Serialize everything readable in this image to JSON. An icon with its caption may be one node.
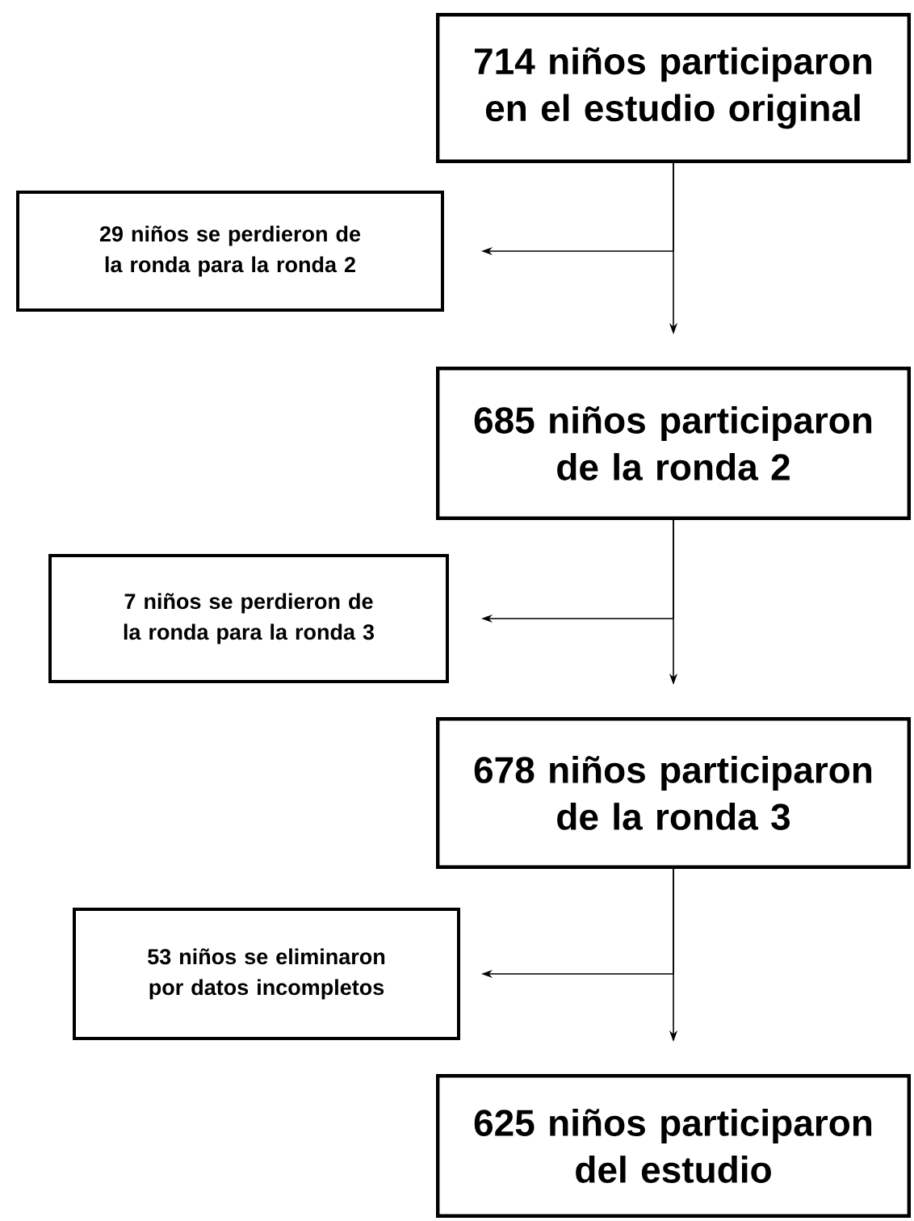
{
  "diagram": {
    "nodes": [
      {
        "text": [
          "714 niños participaron en el estudio original"
        ]
      },
      {
        "text": [
          "29 niños se perdieron de la ronda para la ronda 2"
        ]
      },
      {
        "text": [
          "685 niños participaron de la ronda 2"
        ]
      },
      {
        "text": [
          "7 niños se perdieron de la ronda para la ronda 3"
        ]
      },
      {
        "text": [
          "678 niños participaron de la ronda 3"
        ]
      },
      {
        "text": [
          "53 niños se eliminaron por datos incompletos"
        ]
      },
      {
        "text": [
          "625 niños participaron del estudio"
        ]
      }
    ],
    "edges": [
      {
        "from": 0,
        "to": 2,
        "arrow": "to"
      },
      {
        "from": 0,
        "to": 1,
        "arrow": "to"
      },
      {
        "from": 2,
        "to": 4,
        "arrow": "to"
      },
      {
        "from": 2,
        "to": 3,
        "arrow": "to"
      },
      {
        "from": 4,
        "to": 6,
        "arrow": "to"
      },
      {
        "from": 4,
        "to": 5,
        "arrow": "to"
      }
    ]
  }
}
